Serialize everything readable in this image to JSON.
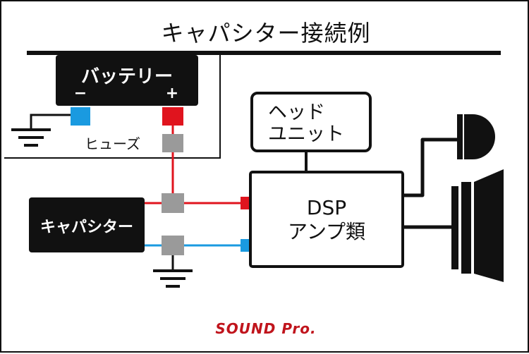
{
  "title": "キャパシター接続例",
  "battery": {
    "label": "バッテリー",
    "minus": "−",
    "plus": "+"
  },
  "fuse_label": "ヒューズ",
  "head_unit": {
    "line1": "ヘッド",
    "line2": "ユニット"
  },
  "amp": {
    "line1": "DSP",
    "line2": "アンプ類"
  },
  "capacitor": {
    "label": "キャパシター"
  },
  "brand": "SOUND Pro.",
  "colors": {
    "positive": "#e0141e",
    "negative": "#1a9ae0",
    "terminal": "#9a9a9a",
    "box": "#111111"
  },
  "icons": [
    "ground-symbol",
    "tweeter-icon",
    "woofer-speaker-icon"
  ]
}
